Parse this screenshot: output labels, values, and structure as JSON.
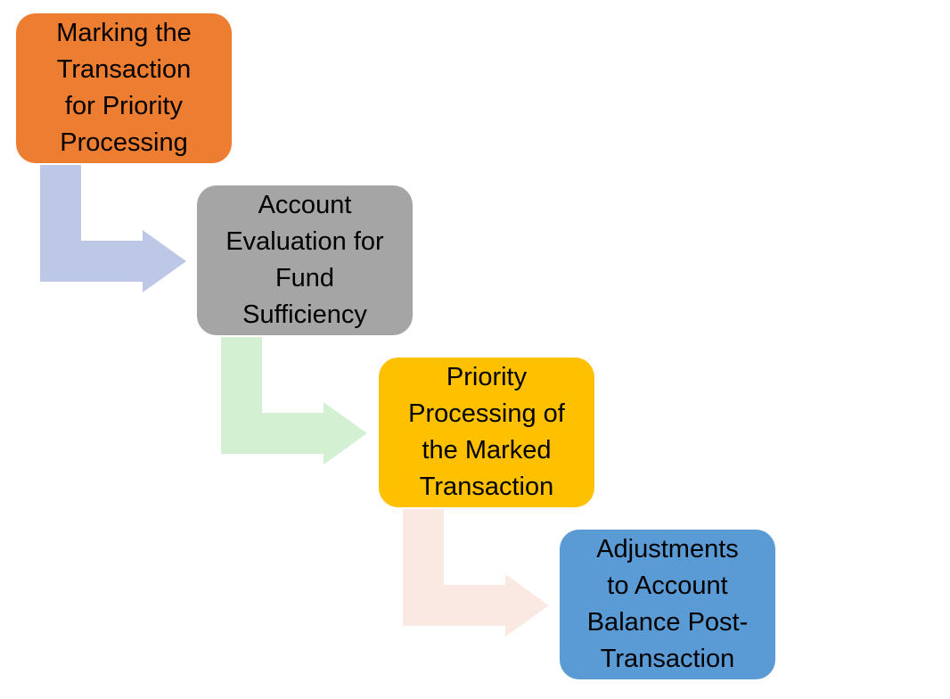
{
  "steps": [
    {
      "label": "Marking the\nTransaction\nfor Priority\nProcessing",
      "color": "#ED7D31"
    },
    {
      "label": "Account\nEvaluation for\nFund\nSufficiency",
      "color": "#A5A5A5"
    },
    {
      "label": "Priority\nProcessing of\nthe Marked\nTransaction",
      "color": "#FFC000"
    },
    {
      "label": "Adjustments\nto Account\nBalance Post-\nTransaction",
      "color": "#5B9BD5"
    }
  ],
  "connectors": [
    {
      "color": "#BCC8E6"
    },
    {
      "color": "#D3F0D3"
    },
    {
      "color": "#FAE8E3"
    }
  ]
}
